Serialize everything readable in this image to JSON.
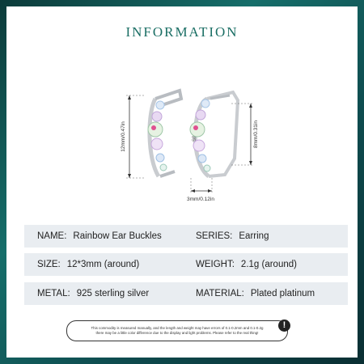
{
  "title": "INFORMATION",
  "dimensions": {
    "height_left": "12mm/0.47in",
    "height_right": "8mm/0.31in",
    "width_bottom": "3mm/0.12in",
    "stamp": "S925"
  },
  "specs": {
    "name_label": "NAME:",
    "name_value": "Rainbow Ear Buckles",
    "series_label": "SERIES:",
    "series_value": "Earring",
    "size_label": "SIZE:",
    "size_value": "12*3mm (around)",
    "weight_label": "WEIGHT:",
    "weight_value": "2.1g (around)",
    "metal_label": "METAL:",
    "metal_value": "925 sterling silver",
    "material_label": "MATERIAL:",
    "material_value": "Plated platinum"
  },
  "notice": {
    "line1": "This commodity is measured manually, and the length and weight may have errors of 0.1-0.2mm and 0.1-0.2g",
    "line2": "there may be a little color difference due to the display and light problems. Please refer to the real thing!",
    "icon": "exclamation-icon",
    "icon_glyph": "!"
  }
}
